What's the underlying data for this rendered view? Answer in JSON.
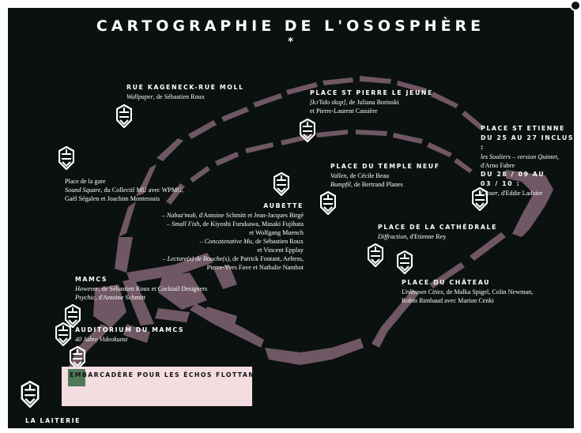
{
  "title": "CARTOGRAPHIE DE L'OSOSPHÈRE",
  "star": "*",
  "colors": {
    "background": "#0b1110",
    "route": "#6f5863",
    "boat_box": "#f4dde0",
    "boat_square": "#4e7a5a"
  },
  "icon": "marker-logo-icon",
  "locations": {
    "kageneck": {
      "heading": "RUE KAGENECK-RUE MOLL",
      "work": "Wallpaper",
      "artist": ", de Sébastien Roux"
    },
    "gare": {
      "place": "Place de la gare",
      "work": "Sound Square",
      "line1": ", du Collectif MU avec WPMG,",
      "line2": "Gaël Ségalen et Joachim Montessuis"
    },
    "pierre": {
      "heading": "PLACE ST PIERRE LE JEUNE",
      "work": "[kɔ̃ lido skop]",
      "line1": ", de Juliana Borinski",
      "line2": "et Pierre-Laurent Cassière"
    },
    "etienne": {
      "heading1": "PLACE ST ETIENNE",
      "heading2": "DU 25 AU 27 INCLUS :",
      "work1": "les Souliers – version Quintet",
      "line1": ",",
      "line2": "d'Arno Fabre",
      "heading3": "DU 28 / 09 AU",
      "heading4": "03 / 10 :",
      "work2": "Closer",
      "line3": ", d'Eddie Ladoire"
    },
    "temple": {
      "heading": "PLACE DU TEMPLE NEUF",
      "work1": "Vallen",
      "line1": ", de Cécile Beau",
      "work2": "Bumpfil",
      "line2": ", de Bertrand Planes"
    },
    "aubette": {
      "heading": "AUBETTE",
      "l1w": "– Nabaz'mob",
      "l1": ", d'Antoine Schmitt et Jean-Jacques Birgé",
      "l2w": "– Small Fish",
      "l2": ", de Kiyoshi Furukawa, Masaki Fujihata",
      "l3": "et Wolfgang Muench",
      "l4w": "– Concatenative Mu",
      "l4": ", de Sébastien Roux",
      "l5": "et Vincent Epplay",
      "l6w": "– Lecture(s) de Bouche(s)",
      "l6": ", de Patrick Fontant, Aeltess,",
      "l7": "Pierre-Yves Fave et Nathalie Nambot"
    },
    "cathedrale": {
      "heading": "PLACE DE LA CATHÉDRALE",
      "work": "Diffraction",
      "line": ", d'Etienne Rey"
    },
    "mamcs": {
      "heading": "MAMCS",
      "work1": "However",
      "line1": ", de Sébastien Roux et Cocktail Designers",
      "work2": "Psychic",
      "line2": ", d'Antoine Schmitt"
    },
    "chateau": {
      "heading": "PLACE DU CHÂTEAU",
      "work": "Unknown Cities",
      "line1": ", de Malka Spigel, Colin Newman,",
      "line2": "Robin Rimbaud avec Marion Cenki"
    },
    "auditorium": {
      "heading": "AUDITORIUM DU MAMCS",
      "work": "40 Jahre Videokunst"
    },
    "embarcadere": {
      "heading": "EMBARCADÈRE POUR LES ÉCHOS FLOTTANTS"
    },
    "laiterie": {
      "heading": "LA LAITERIE"
    }
  }
}
